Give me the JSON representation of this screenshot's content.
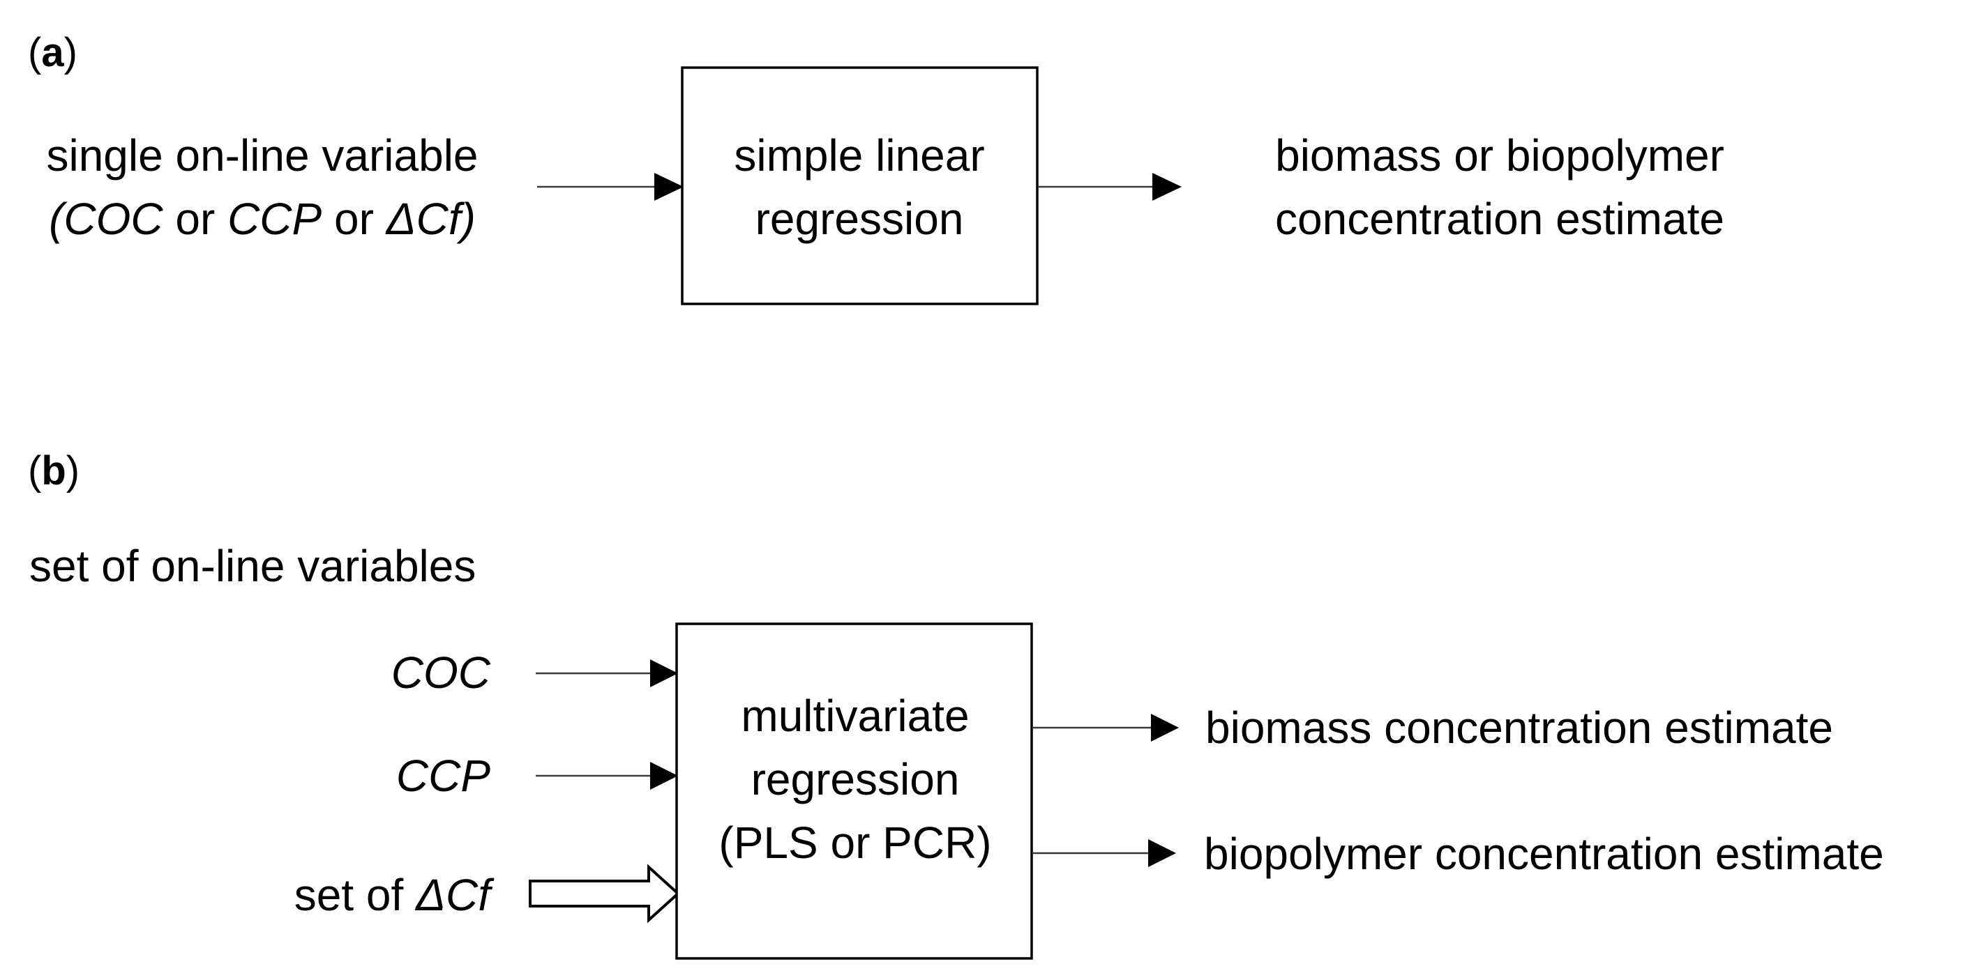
{
  "panel_a": {
    "label_paren_open": "(",
    "label_letter": "a",
    "label_paren_close": ")",
    "input_line1": "single on-line variable",
    "input_line2": {
      "open": "(",
      "var1": "COC",
      "or1": " or ",
      "var2": "CCP",
      "or2": " or ",
      "var3": "ΔCf",
      "close": ")"
    },
    "box_line1": "simple linear",
    "box_line2": "regression",
    "output_line1": "biomass or biopolymer",
    "output_line2": "concentration estimate"
  },
  "panel_b": {
    "label_paren_open": "(",
    "label_letter": "b",
    "label_paren_close": ")",
    "heading": "set of on-line variables",
    "input_coc": "COC",
    "input_ccp": "CCP",
    "input_set_prefix": "set of ",
    "input_set_var": "ΔCf",
    "box_line1": "multivariate",
    "box_line2": "regression",
    "box_line3": "(PLS or PCR)",
    "output_1": "biomass concentration estimate",
    "output_2": "biopolymer concentration estimate"
  }
}
